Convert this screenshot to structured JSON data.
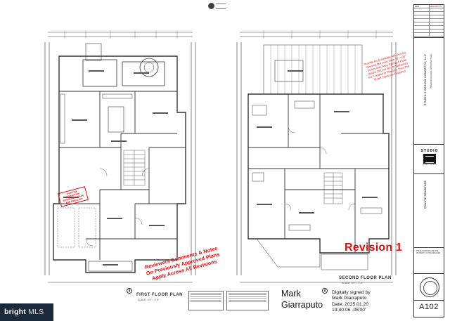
{
  "annotations": {
    "reviewers_note": "Reviewers Comments & Notes On Previously Approved Plans Apply Across All Revisions",
    "revision": "Revision 1",
    "attic_note": "Provide An Accessible Attic Access Opening Not Less Than 22\" x 30\" To Any Attic Area Having A Clear Height Of Over 30\". If Appliances Are Located In The Attic Then Pull Down Stairs Are Required",
    "garage_stamp": "2-HR FIRE SEPARATION BETWEEN GARAGE AND DWELLING"
  },
  "plans": {
    "first": {
      "title": "FIRST FLOOR PLAN",
      "scale": "SCALE: 1/4\" = 1'-0\""
    },
    "second": {
      "title": "SECOND FLOOR PLAN",
      "scale": "SCALE: 1/4\" = 1'-0\""
    }
  },
  "signature": {
    "name": "Mark Giarraputo",
    "line1": "Digitally signed by",
    "line2": "Mark Giarraputo",
    "line3": "Date: 2025.01.20",
    "line4": "14:40:06 -05'00'"
  },
  "title_block": {
    "revisions": [
      [
        "DATE",
        "DESCRIPTION"
      ],
      [
        "",
        ""
      ],
      [
        "",
        ""
      ],
      [
        "",
        ""
      ],
      [
        "",
        ""
      ],
      [
        "",
        ""
      ],
      [
        "",
        ""
      ],
      [
        "",
        ""
      ],
      [
        "",
        ""
      ]
    ],
    "firm": "STUDIO Z DESIGN CONCEPTS, LLC",
    "firm_address": "INTERIOR DESIGN / ARCHITECTURE",
    "logo_word": "STUDIO",
    "logo_sub": "DESIGN CONCEPTS",
    "project": "PRIVATE RESIDENCE",
    "project_address": "",
    "stamp_text": "THESE DRAWINGS ARE THE PROPERTY OF THE DESIGNER",
    "sheet_number": "A102"
  },
  "watermark": {
    "brand": "bright",
    "suffix": "MLS"
  }
}
